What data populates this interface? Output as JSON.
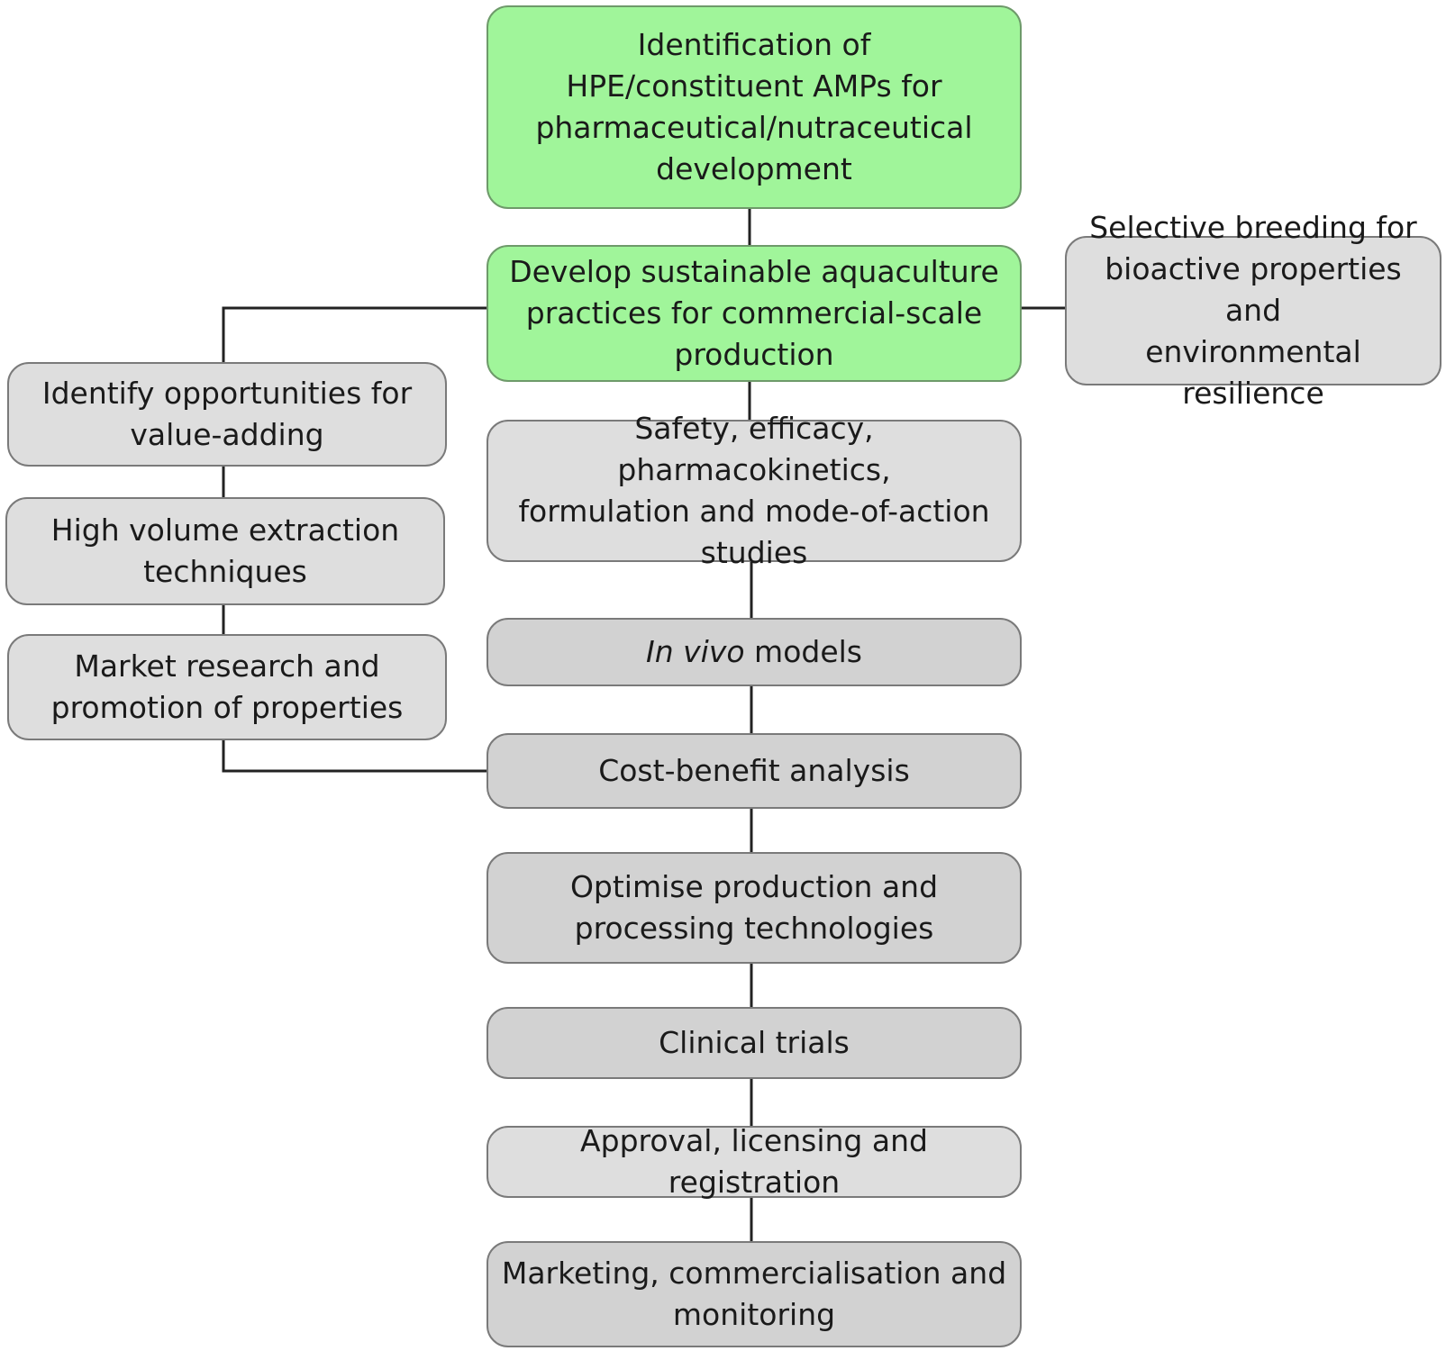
{
  "nodes": {
    "identification": "Identification of\nHPE/constituent AMPs for\npharmaceutical/nutraceutical\ndevelopment",
    "aquaculture": "Develop sustainable aquaculture\npractices for commercial-scale\nproduction",
    "selective_breeding": "Selective breeding for\nbioactive properties and\nenvironmental resilience",
    "value_adding": "Identify opportunities for\nvalue-adding",
    "extraction": "High volume extraction\ntechniques",
    "market_research": "Market research and\npromotion of properties",
    "safety_studies": "Safety, efficacy, pharmacokinetics,\nformulation and mode-of-action\nstudies",
    "in_vivo": {
      "italic": "In vivo",
      "rest": " models"
    },
    "cost_benefit": "Cost-benefit analysis",
    "optimise": "Optimise production and\nprocessing technologies",
    "clinical_trials": "Clinical trials",
    "approval": "Approval, licensing and registration",
    "marketing": "Marketing, commercialisation and\nmonitoring"
  },
  "colors": {
    "green_fill": "#a0f59a",
    "light_fill": "#dedede",
    "mid_fill": "#d2d2d2",
    "border": "#7a7a7a",
    "connector": "#222222"
  }
}
